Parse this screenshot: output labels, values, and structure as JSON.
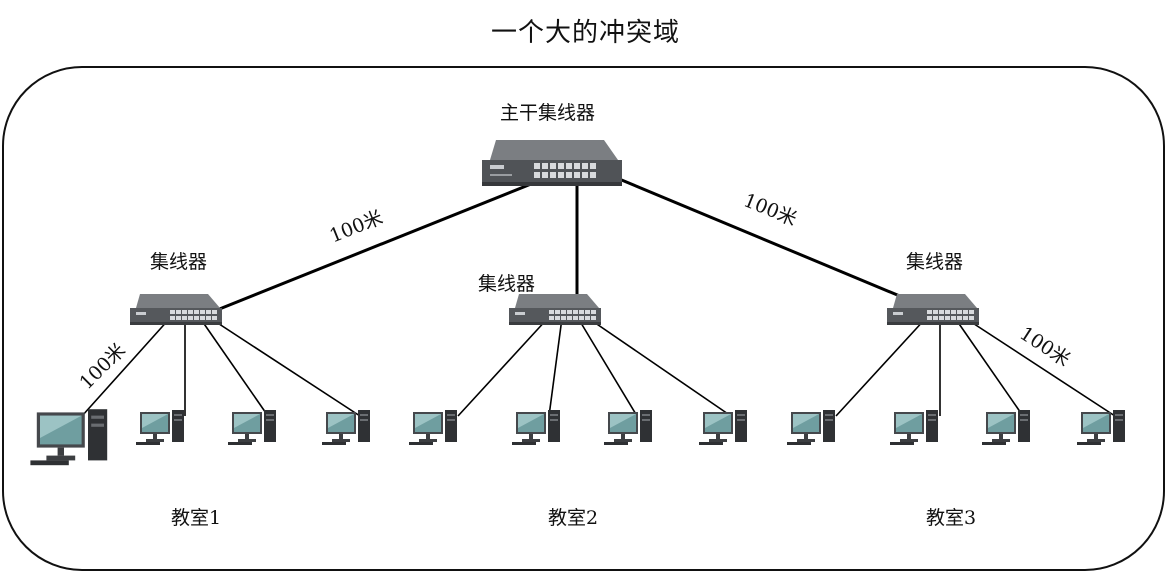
{
  "title": "一个大的冲突域",
  "main_hub": {
    "label": "主干集线器"
  },
  "hubs": [
    {
      "label": "集线器",
      "room": "教室1"
    },
    {
      "label": "集线器",
      "room": "教室2"
    },
    {
      "label": "集线器",
      "room": "教室3"
    }
  ],
  "distances": {
    "backbone_left": "100米",
    "backbone_right": "100米",
    "drop_left": "100米",
    "drop_right": "100米"
  },
  "colors": {
    "line": "#000000",
    "hub_body": "#55585c",
    "monitor_screen": "#6f9ea0"
  },
  "icons": [
    "hub-icon",
    "computer-icon"
  ]
}
